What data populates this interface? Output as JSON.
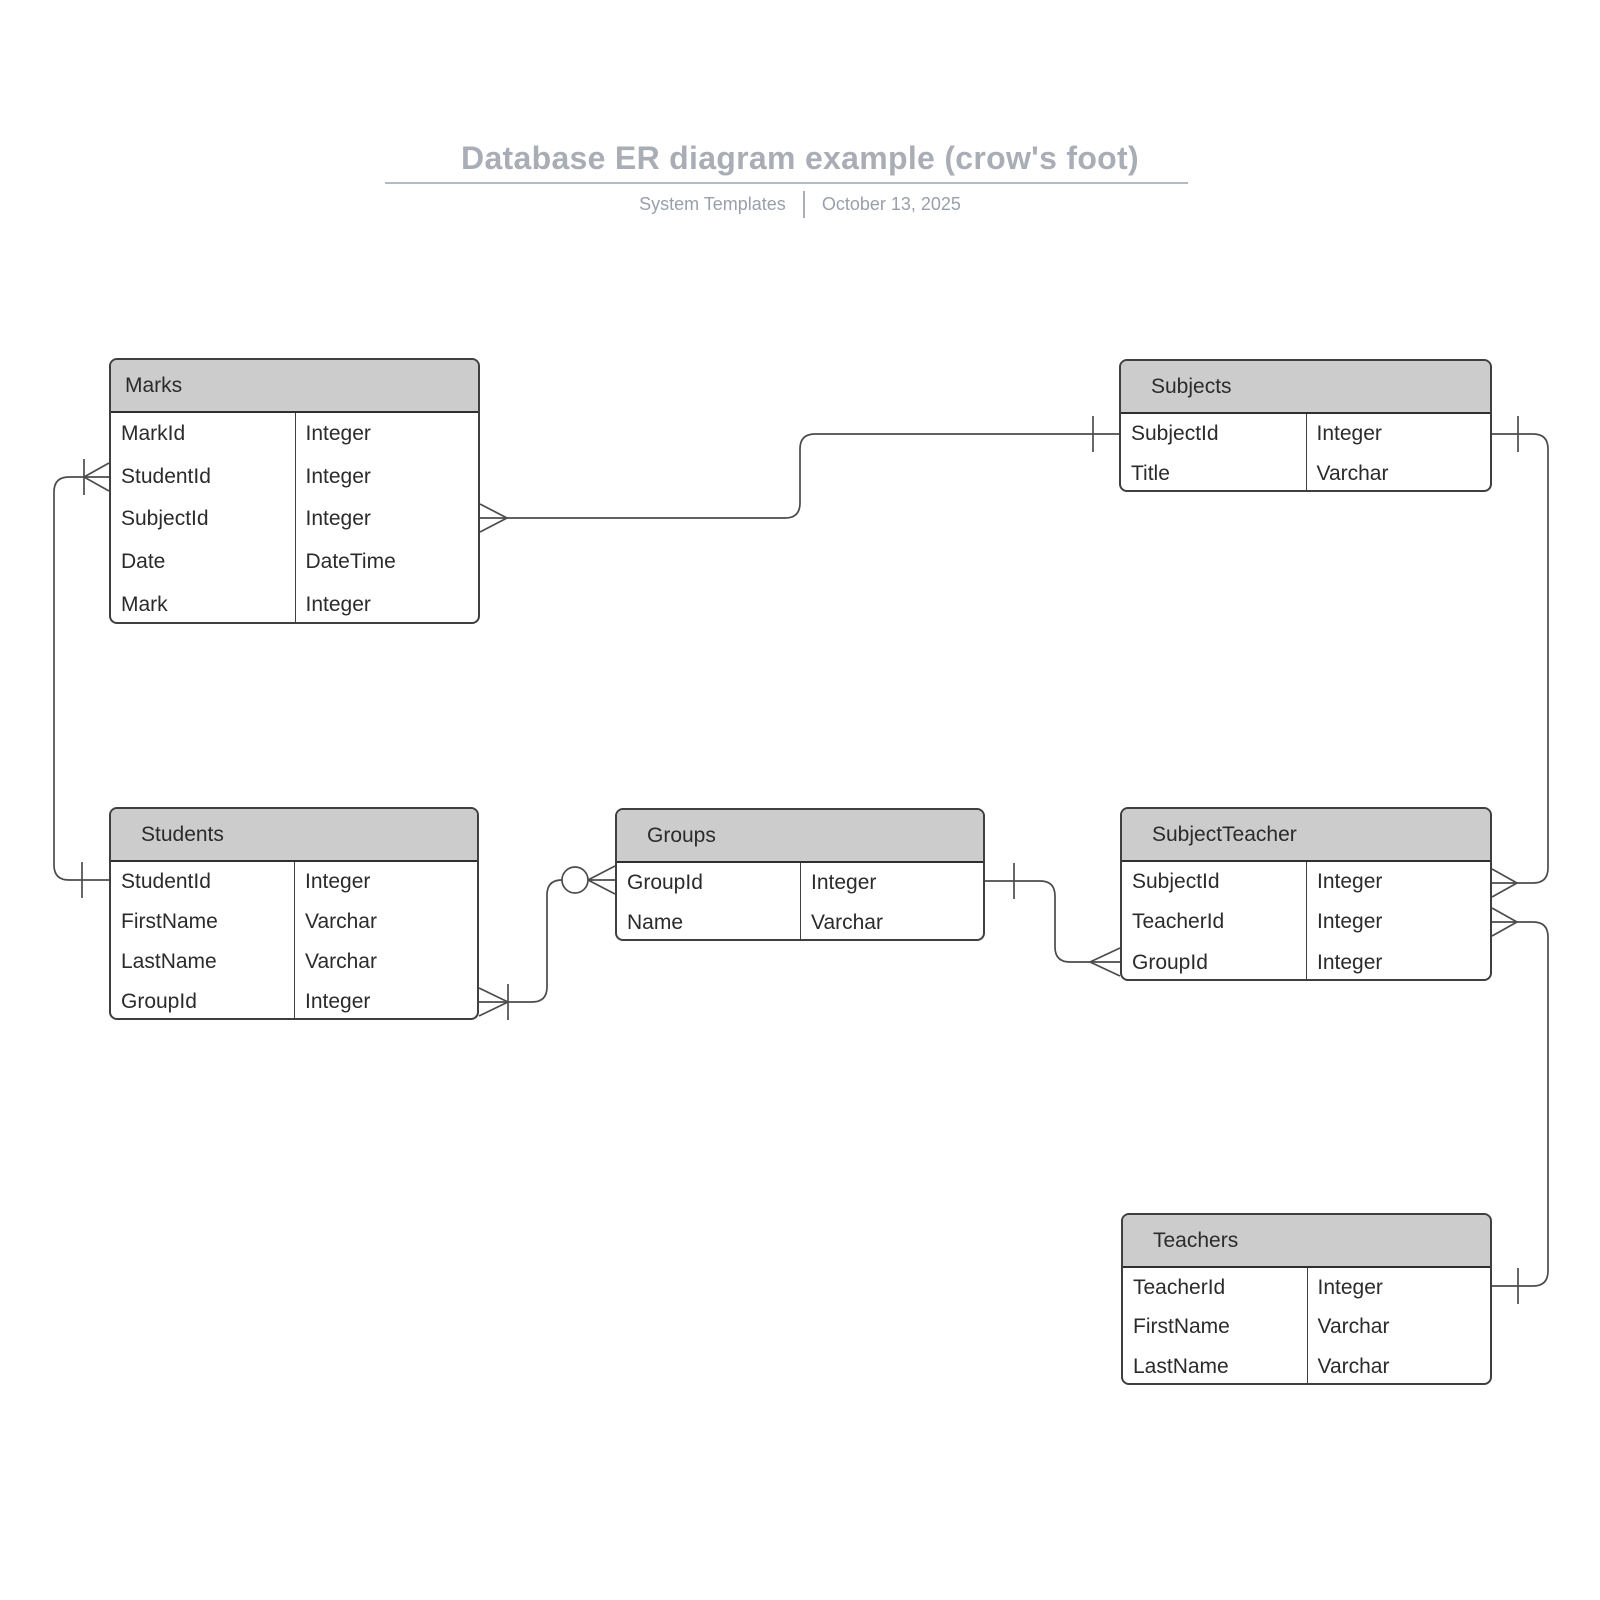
{
  "header": {
    "title": "Database ER diagram example (crow's foot)",
    "author": "System Templates",
    "date": "October 13, 2025"
  },
  "colors": {
    "entity_header_fill": "#cccccc",
    "entity_border": "#3f3f3f",
    "connector_line": "#4c4c4c",
    "title_text": "#a9aeb6",
    "subtitle_text": "#99a0aa",
    "table_text": "#2b2b2b"
  },
  "entities": [
    {
      "name": "Marks",
      "fields": [
        [
          "MarkId",
          "Integer"
        ],
        [
          "StudentId",
          "Integer"
        ],
        [
          "SubjectId",
          "Integer"
        ],
        [
          "Date",
          "DateTime"
        ],
        [
          "Mark",
          "Integer"
        ]
      ]
    },
    {
      "name": "Subjects",
      "fields": [
        [
          "SubjectId",
          "Integer"
        ],
        [
          "Title",
          "Varchar"
        ]
      ]
    },
    {
      "name": "Students",
      "fields": [
        [
          "StudentId",
          "Integer"
        ],
        [
          "FirstName",
          "Varchar"
        ],
        [
          "LastName",
          "Varchar"
        ],
        [
          "GroupId",
          "Integer"
        ]
      ]
    },
    {
      "name": "Groups",
      "fields": [
        [
          "GroupId",
          "Integer"
        ],
        [
          "Name",
          "Varchar"
        ]
      ]
    },
    {
      "name": "SubjectTeacher",
      "fields": [
        [
          "SubjectId",
          "Integer"
        ],
        [
          "TeacherId",
          "Integer"
        ],
        [
          "GroupId",
          "Integer"
        ]
      ]
    },
    {
      "name": "Teachers",
      "fields": [
        [
          "TeacherId",
          "Integer"
        ],
        [
          "FirstName",
          "Varchar"
        ],
        [
          "LastName",
          "Varchar"
        ]
      ]
    }
  ],
  "relationships": [
    {
      "from": "Marks.StudentId",
      "to": "Students.StudentId",
      "from_end": "one-or-many",
      "to_end": "one"
    },
    {
      "from": "Marks.SubjectId",
      "to": "Subjects.SubjectId",
      "from_end": "many",
      "to_end": "one"
    },
    {
      "from": "Students.GroupId",
      "to": "Groups.GroupId",
      "from_end": "one-or-many",
      "to_end": "zero-or-many"
    },
    {
      "from": "SubjectTeacher.GroupId",
      "to": "Groups.GroupId",
      "from_end": "many",
      "to_end": "one"
    },
    {
      "from": "SubjectTeacher.SubjectId",
      "to": "Subjects.SubjectId",
      "from_end": "many",
      "to_end": "one"
    },
    {
      "from": "SubjectTeacher.TeacherId",
      "to": "Teachers.TeacherId",
      "from_end": "many",
      "to_end": "one"
    }
  ]
}
